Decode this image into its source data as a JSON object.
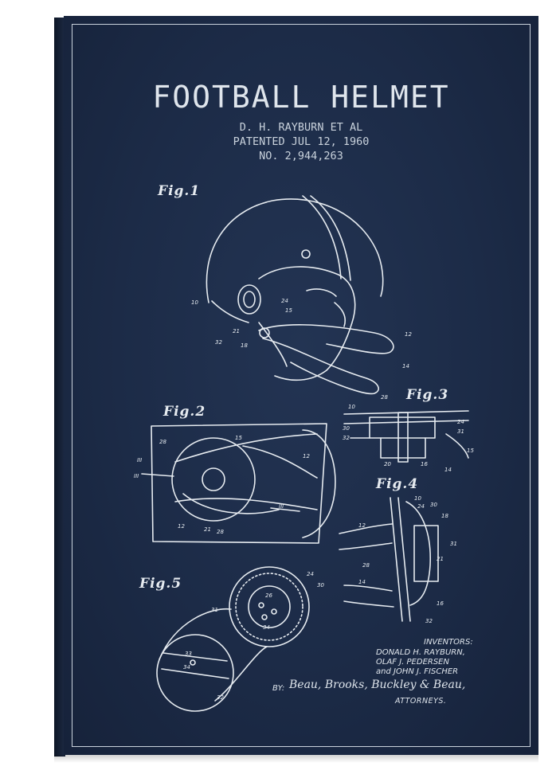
{
  "print": {
    "title": "FOOTBALL HELMET",
    "inventor_line": "D. H. RAYBURN ET AL",
    "patent_date": "PATENTED JUL 12, 1960",
    "patent_number": "NO. 2,944,263",
    "background_color": "#1c2b47",
    "line_color": "#e6ebf0"
  },
  "figures": {
    "fig1": "Fig.1",
    "fig2": "Fig.2",
    "fig3": "Fig.3",
    "fig4": "Fig.4",
    "fig5": "Fig.5"
  },
  "inventors": {
    "heading": "INVENTORS:",
    "name1": "DONALD H. RAYBURN,",
    "name2": "OLAF J. PEDERSEN",
    "name3": "and JOHN J. FISCHER"
  },
  "attorneys": {
    "by": "BY:",
    "signature": "Beau, Brooks, Buckley & Beau,",
    "label": "ATTORNEYS."
  }
}
